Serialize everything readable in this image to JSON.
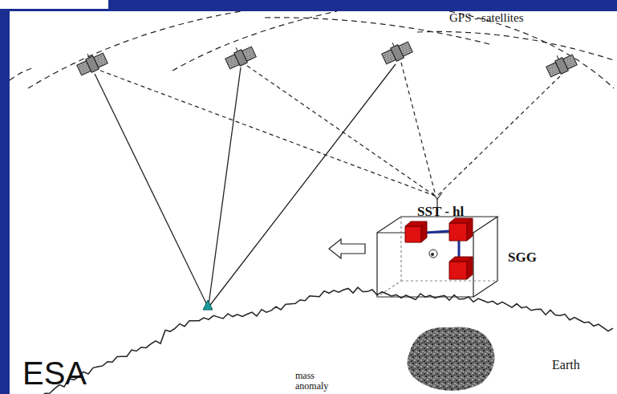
{
  "diagram": {
    "labels": [
      "GPS - satellites",
      "SST - hl",
      "SGG",
      "ESA",
      "Earth",
      "mass anomaly"
    ]
  }
}
